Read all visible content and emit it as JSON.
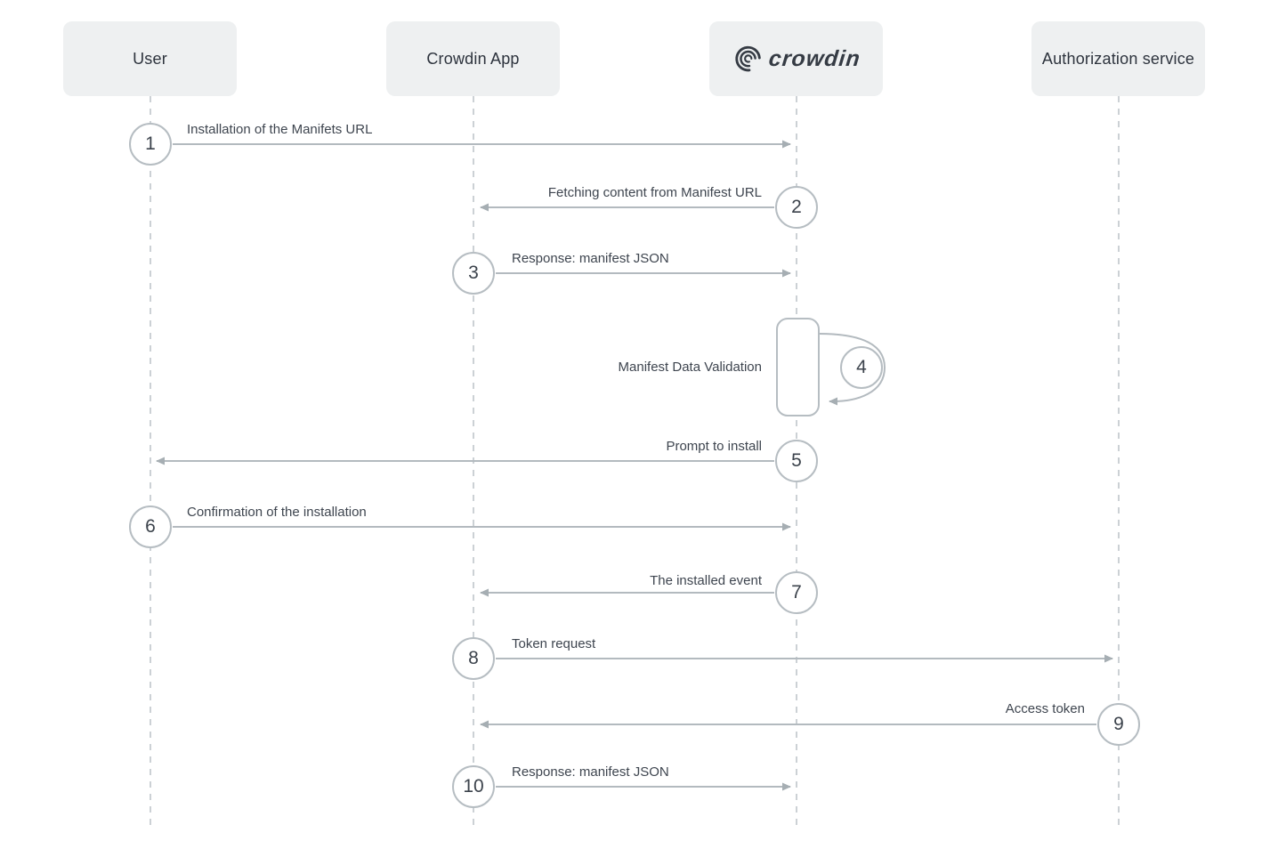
{
  "diagram_type": "sequence-diagram",
  "actors": [
    {
      "id": "user",
      "label": "User"
    },
    {
      "id": "crowdin-app",
      "label": "Crowdin App"
    },
    {
      "id": "crowdin",
      "label": "crowdin",
      "is_logo": true
    },
    {
      "id": "authorization-service",
      "label": "Authorization service"
    }
  ],
  "steps": [
    {
      "num": "1",
      "label": "Installation of the Manifets URL",
      "from": "user",
      "to": "crowdin"
    },
    {
      "num": "2",
      "label": "Fetching content from Manifest URL",
      "from": "crowdin",
      "to": "crowdin-app"
    },
    {
      "num": "3",
      "label": "Response: manifest JSON",
      "from": "crowdin-app",
      "to": "crowdin"
    },
    {
      "num": "4",
      "label": "Manifest Data Validation",
      "from": "crowdin",
      "to": "crowdin"
    },
    {
      "num": "5",
      "label": "Prompt to install",
      "from": "crowdin",
      "to": "user"
    },
    {
      "num": "6",
      "label": "Confirmation of the installation",
      "from": "user",
      "to": "crowdin"
    },
    {
      "num": "7",
      "label": "The installed event",
      "from": "crowdin",
      "to": "crowdin-app"
    },
    {
      "num": "8",
      "label": "Token request",
      "from": "crowdin-app",
      "to": "authorization-service"
    },
    {
      "num": "9",
      "label": "Access token",
      "from": "authorization-service",
      "to": "crowdin-app"
    },
    {
      "num": "10",
      "label": "Response: manifest JSON",
      "from": "crowdin-app",
      "to": "crowdin"
    }
  ],
  "colors": {
    "background": "#ffffff",
    "actor_box_fill": "#eef0f1",
    "actor_text": "#2d333d",
    "lifeline": "#ccd1d5",
    "arrow": "#b3babf",
    "circle_border": "#b6bdc2",
    "label_text": "#3e454f",
    "logo": "#353b44"
  }
}
